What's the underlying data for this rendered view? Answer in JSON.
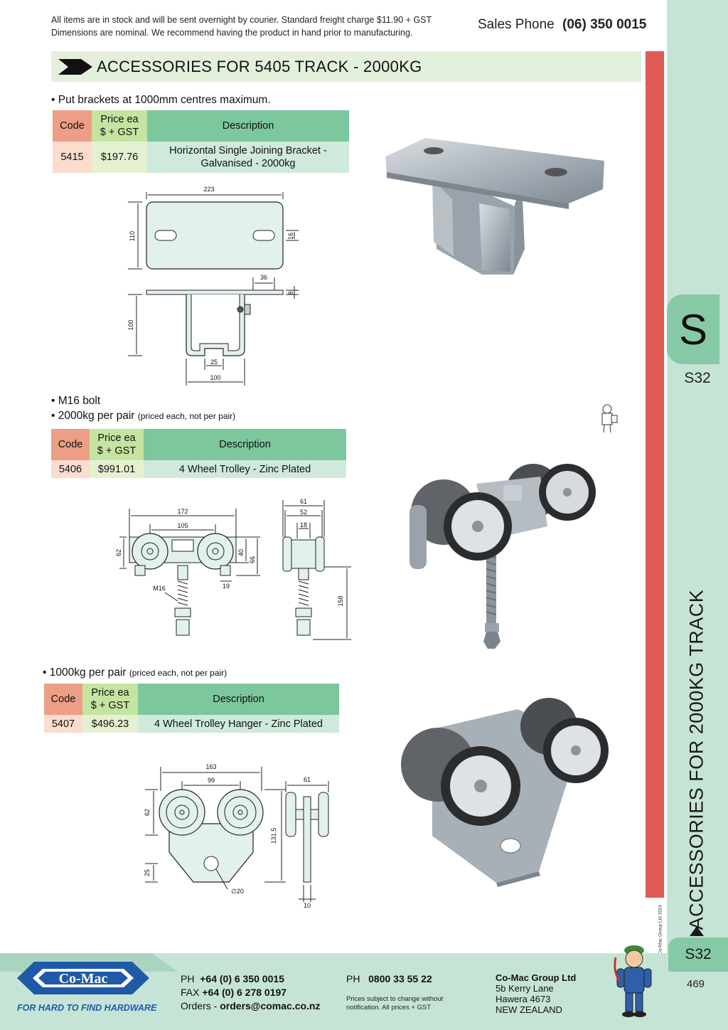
{
  "header": {
    "notice_line1": "All items are in stock and will be sent overnight by courier. Standard freight charge $11.90 + GST",
    "notice_line2": "Dimensions are nominal. We recommend having the product in hand prior to manufacturing.",
    "sales_label": "Sales Phone",
    "sales_phone": "(06) 350 0015"
  },
  "section": {
    "title": "ACCESSORIES FOR 5405 TRACK - 2000KG"
  },
  "side": {
    "tab_letter": "S",
    "tab_code": "S32",
    "vertical_title": "ACCESSORIES FOR 2000KG TRACK",
    "copyright": "© Co-Mac Group Ltd 2024",
    "bottom_code": "S32",
    "page_number": "469"
  },
  "table_headers": {
    "code": "Code",
    "price_line1": "Price ea",
    "price_line2": "$ + GST",
    "description": "Description"
  },
  "product1": {
    "bullet": "• Put brackets at 1000mm centres maximum.",
    "code": "5415",
    "price": "$197.76",
    "desc_line1": "Horizontal Single Joining Bracket -",
    "desc_line2": "Galvanised - 2000kg",
    "dims": {
      "width": "223",
      "height": "110",
      "slot": "16",
      "slot_offset": "36",
      "plate": "8",
      "depth": "100",
      "gap": "25",
      "base": "100"
    }
  },
  "product2": {
    "bullet1": "• M16 bolt",
    "bullet2": "• 2000kg per pair",
    "bullet2_note": "(priced each, not per pair)",
    "code": "5406",
    "price": "$991.01",
    "description": "4 Wheel Trolley - Zinc Plated",
    "dims": {
      "overall": "172",
      "centres": "105",
      "wheel_h": "62",
      "bolt": "M16",
      "body": "19",
      "h40": "40",
      "h66": "66",
      "w61": "61",
      "w52": "52",
      "w18": "18",
      "h158": "158"
    }
  },
  "product3": {
    "bullet": "• 1000kg per pair",
    "bullet_note": "(priced each, not per pair)",
    "code": "5407",
    "price": "$496.23",
    "description": "4 Wheel Trolley Hanger - Zinc Plated",
    "dims": {
      "overall": "163",
      "centres": "99",
      "wheel_h": "62",
      "tab": "25",
      "hole": "∅20",
      "height": "131.5",
      "w61": "61",
      "w10": "10"
    }
  },
  "footer": {
    "logo_text": "Co-Mac",
    "tagline": "FOR HARD TO FIND HARDWARE",
    "ph_label": "PH",
    "ph": "+64 (0) 6 350 0015",
    "fax_label": "FAX",
    "fax": "+64 (0) 6 278 0197",
    "orders_label": "Orders -",
    "orders": "orders@comac.co.nz",
    "ph2_label": "PH",
    "ph2": "0800 33 55 22",
    "disclaimer_line1": "Prices subject to change without",
    "disclaimer_line2": "notification. All prices + GST",
    "company": "Co-Mac Group Ltd",
    "addr1": "5b Kerry Lane",
    "addr2": "Hawera 4673",
    "addr3": "NEW ZEALAND"
  },
  "colors": {
    "red_stripe": "#e25a55",
    "panel_green": "#c6e4d6",
    "tab_green": "#86c9a6",
    "header_code": "#ec9f86",
    "header_price": "#c5e4a1",
    "header_desc": "#7cc79c",
    "brand_blue": "#1f5aa8"
  }
}
